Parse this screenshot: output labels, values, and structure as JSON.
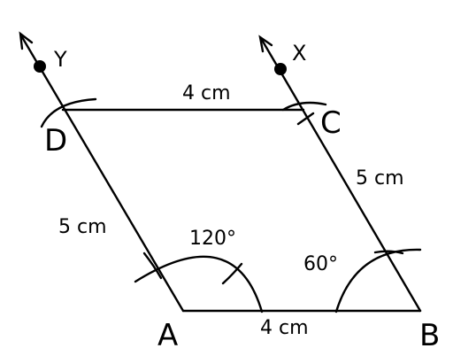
{
  "figure": {
    "vertices": {
      "a": "A",
      "b": "B",
      "c": "C",
      "d": "D"
    },
    "rays": {
      "x": "X",
      "y": "Y"
    },
    "sides": {
      "ab": "4 cm",
      "dc": "4 cm",
      "ad": "5 cm",
      "bc": "5 cm"
    },
    "angles": {
      "at_a": "120°",
      "at_b": "60°"
    },
    "stroke_color": "#000000"
  }
}
